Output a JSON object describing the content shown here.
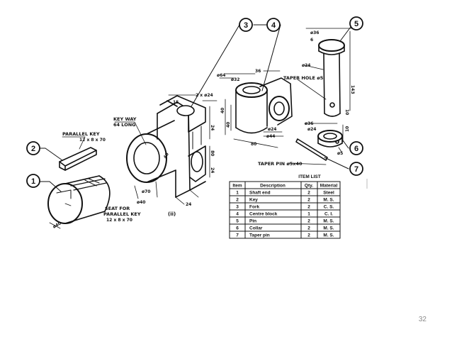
{
  "slide": {
    "page_number": "32"
  },
  "callouts": [
    "1",
    "2",
    "3",
    "4",
    "5",
    "6",
    "7"
  ],
  "annotations": {
    "key_way": "KEY WAY",
    "key_way_size": "64 LONG",
    "parallel_key": "PARALLEL KEY",
    "parallel_key_size": "12 x 8 x 70",
    "seat_for": "SEAT FOR",
    "seat_parallel_key": "PARALLEL KEY",
    "seat_size": "12 x 8 x 70",
    "taper_hole": "TAPER HOLE ø5",
    "taper_pin": "TAPER PIN ø5x40",
    "view_label": "(ii)"
  },
  "dimensions": {
    "shaft_dia": "ø40",
    "fork_holes": "2 x ø24",
    "fork_hole_dia": "ø40",
    "fork_boss_dia": "ø70",
    "fork_width": "24",
    "fork_height": "80",
    "fork_gap": "24",
    "fork_top": "15",
    "fork_slot": "40",
    "fork_side": "24",
    "block_dia1": "ø64",
    "block_dia2": "ø32",
    "block_w": "36",
    "block_h": "40",
    "block_side": "40",
    "block_len": "80",
    "block_dia3": "ø24",
    "block_dia4": "ø44",
    "pin_head": "ø36",
    "pin_head_h": "6",
    "pin_dia": "ø24",
    "pin_len": "143",
    "pin_end": "10",
    "collar_dia": "ø36",
    "collar_inner": "ø24",
    "collar_h": "10",
    "collar_hole": "ø5"
  },
  "item_list": {
    "title": "ITEM LIST",
    "headers": [
      "Item",
      "Description",
      "Qty.",
      "Material"
    ],
    "rows": [
      [
        "1",
        "Shaft end",
        "2",
        "Steel"
      ],
      [
        "2",
        "Key",
        "2",
        "M. S."
      ],
      [
        "3",
        "Fork",
        "2",
        "C. S."
      ],
      [
        "4",
        "Centre block",
        "1",
        "C. I."
      ],
      [
        "5",
        "Pin",
        "2",
        "M. S."
      ],
      [
        "6",
        "Collar",
        "2",
        "M. S."
      ],
      [
        "7",
        "Taper pin",
        "2",
        "M. S."
      ]
    ]
  }
}
